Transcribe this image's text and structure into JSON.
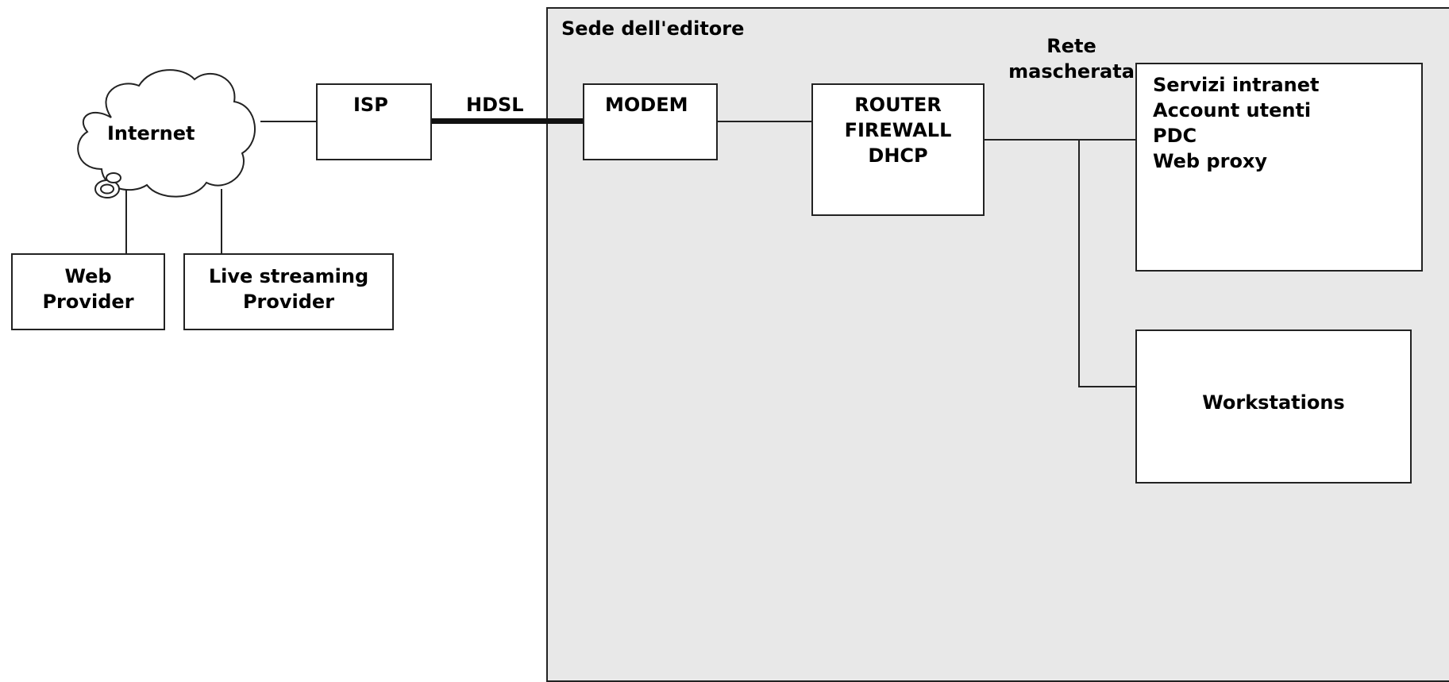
{
  "diagram": {
    "title": "",
    "premises": {
      "label": "Sede dell'editore",
      "fill": "#e8e8e8"
    },
    "internet": {
      "label": "Internet"
    },
    "isp": {
      "label": "ISP"
    },
    "link": {
      "label": "HDSL"
    },
    "modem": {
      "label": "MODEM"
    },
    "router": {
      "lines": [
        "ROUTER",
        "FIREWALL",
        "DHCP"
      ]
    },
    "masked_network": {
      "lines": [
        "Rete",
        "mascherata"
      ]
    },
    "server": {
      "lines": [
        "Servizi intranet",
        "Account utenti",
        "PDC",
        "Web proxy"
      ]
    },
    "workstations": {
      "label": "Workstations"
    },
    "web_provider": {
      "lines": [
        "Web",
        "Provider"
      ]
    },
    "streaming_provider": {
      "lines": [
        "Live streaming",
        "Provider"
      ]
    }
  }
}
